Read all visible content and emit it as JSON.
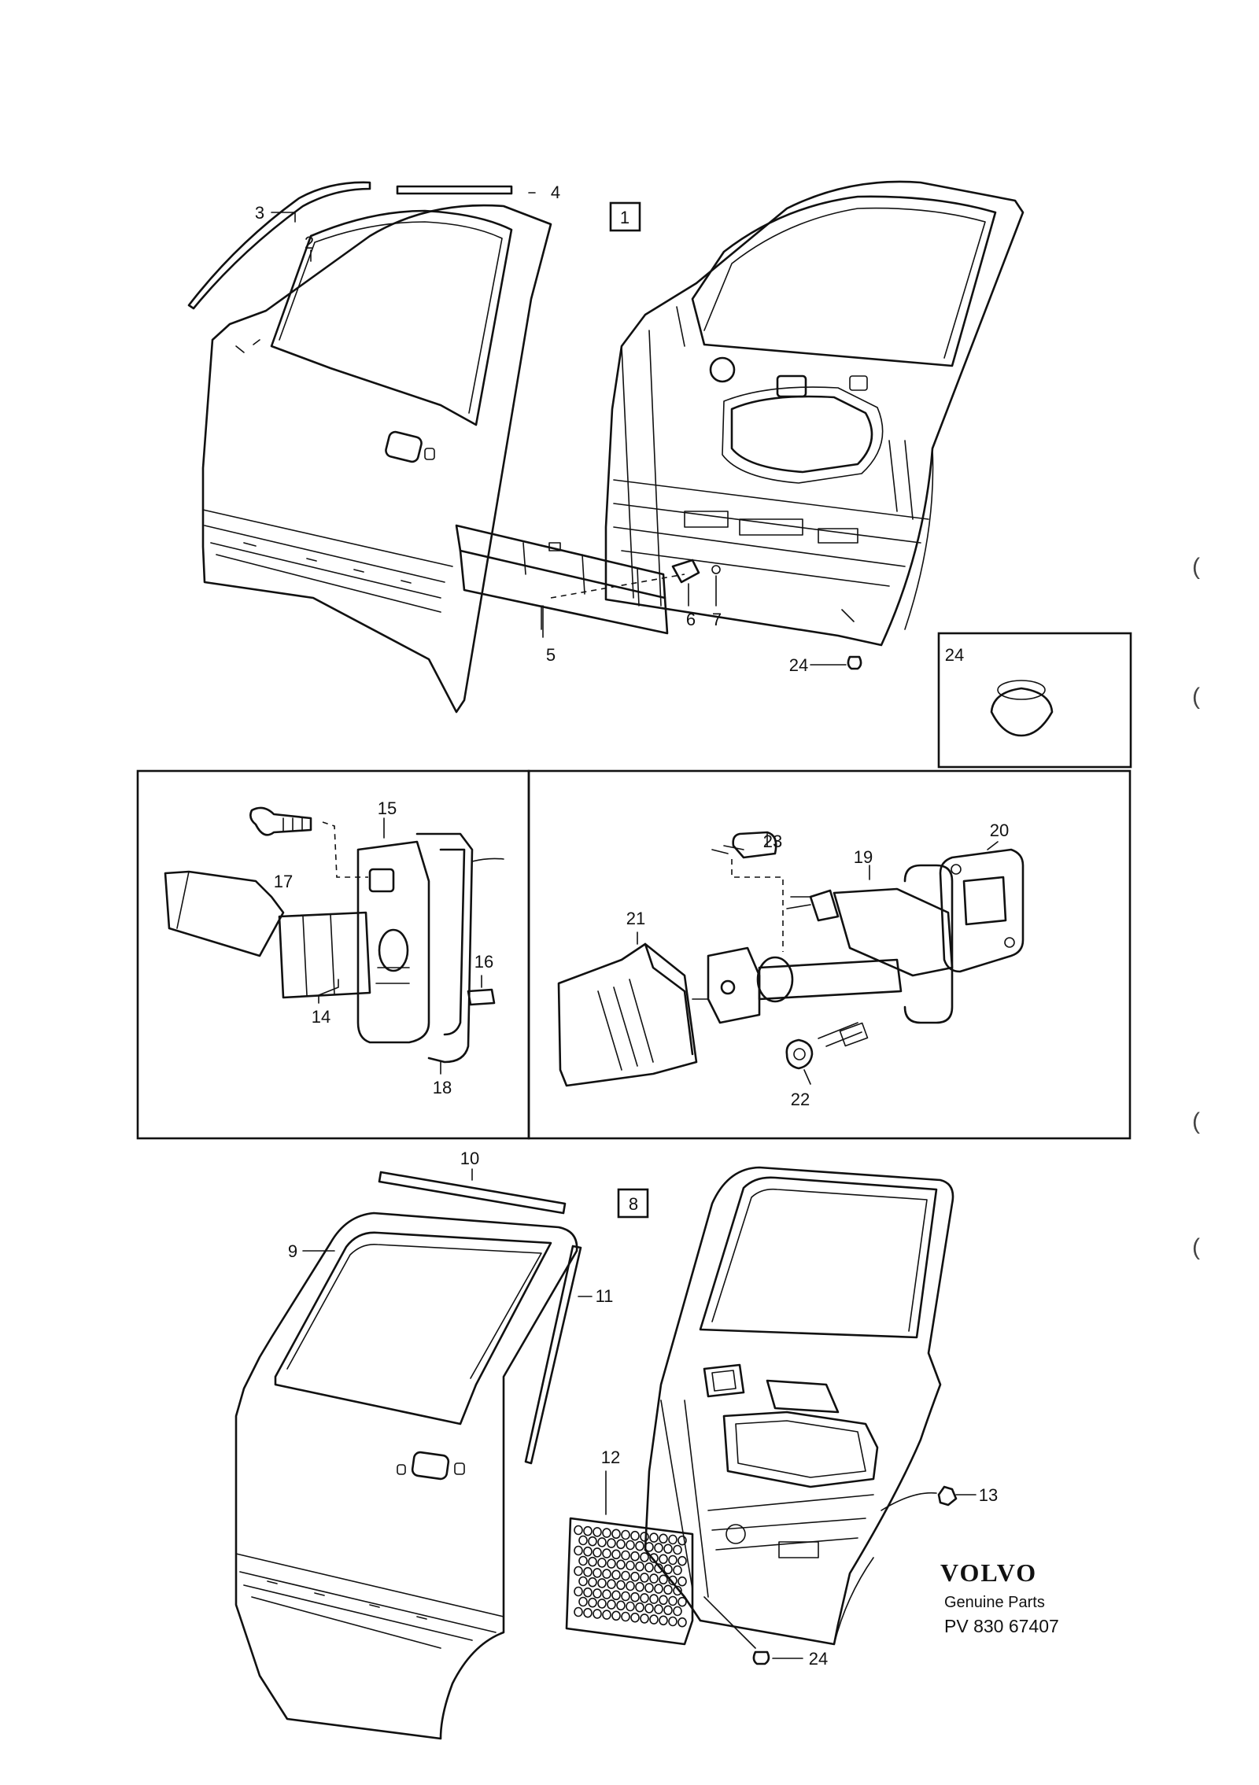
{
  "brand": {
    "name": "VOLVO",
    "tagline": "Genuine Parts",
    "code": "PV 830 67407"
  },
  "assembly_boxes": [
    {
      "id": "front-door",
      "label": "1"
    },
    {
      "id": "rear-door",
      "label": "8"
    }
  ],
  "callouts": [
    {
      "id": "c2",
      "label": "2"
    },
    {
      "id": "c3",
      "label": "3"
    },
    {
      "id": "c4",
      "label": "4"
    },
    {
      "id": "c5",
      "label": "5"
    },
    {
      "id": "c6",
      "label": "6"
    },
    {
      "id": "c7",
      "label": "7"
    },
    {
      "id": "c24a",
      "label": "24"
    },
    {
      "id": "c24inset",
      "label": "24"
    },
    {
      "id": "c15",
      "label": "15"
    },
    {
      "id": "c17",
      "label": "17"
    },
    {
      "id": "c16",
      "label": "16"
    },
    {
      "id": "c14",
      "label": "14"
    },
    {
      "id": "c18",
      "label": "18"
    },
    {
      "id": "c20",
      "label": "20"
    },
    {
      "id": "c23",
      "label": "23"
    },
    {
      "id": "c19",
      "label": "19"
    },
    {
      "id": "c21",
      "label": "21"
    },
    {
      "id": "c22",
      "label": "22"
    },
    {
      "id": "c10",
      "label": "10"
    },
    {
      "id": "c9",
      "label": "9"
    },
    {
      "id": "c11",
      "label": "11"
    },
    {
      "id": "c12",
      "label": "12"
    },
    {
      "id": "c13",
      "label": "13"
    },
    {
      "id": "c24b",
      "label": "24"
    }
  ],
  "margin_marks": [
    {
      "id": "m1",
      "label": "("
    },
    {
      "id": "m2",
      "label": "("
    },
    {
      "id": "m3",
      "label": "("
    },
    {
      "id": "m4",
      "label": "("
    }
  ]
}
